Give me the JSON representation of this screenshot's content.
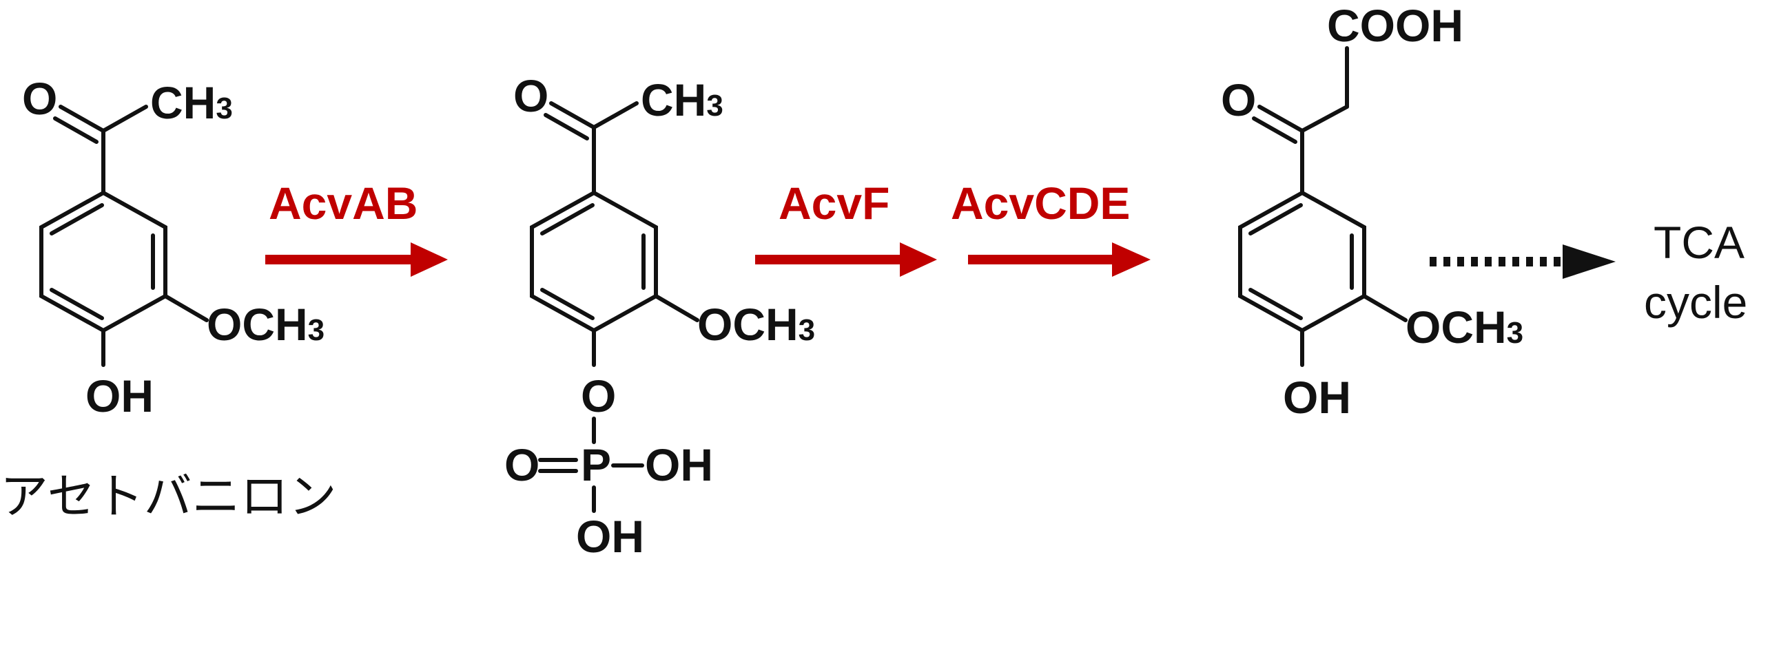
{
  "compound_1": {
    "name": "アセトバニロン",
    "atoms": {
      "carbonyl_o": "O",
      "methyl": "CH",
      "methoxy": "OCH",
      "hydroxyl": "OH",
      "subscript": "3"
    }
  },
  "step_1": {
    "enzyme": "AcvAB"
  },
  "compound_2": {
    "atoms": {
      "carbonyl_o": "O",
      "methyl": "CH",
      "methoxy": "OCH",
      "subscript": "3",
      "phosphate_o_link": "O",
      "phosphate_o_double": "O",
      "phosphorus": "P",
      "phosphate_oh_right": "OH",
      "phosphate_oh_bottom": "OH"
    }
  },
  "step_2": {
    "enzyme": "AcvF"
  },
  "step_3": {
    "enzyme": "AcvCDE"
  },
  "compound_3": {
    "atoms": {
      "carboxyl": "COOH",
      "carbonyl_o": "O",
      "methoxy": "OCH",
      "hydroxyl": "OH",
      "subscript": "3"
    }
  },
  "final_step": {
    "arrow_style": "dotted",
    "target_line1": "TCA",
    "target_line2": "cycle"
  },
  "colors": {
    "enzyme": "#c00000",
    "structure": "#111111",
    "background": "#ffffff"
  }
}
